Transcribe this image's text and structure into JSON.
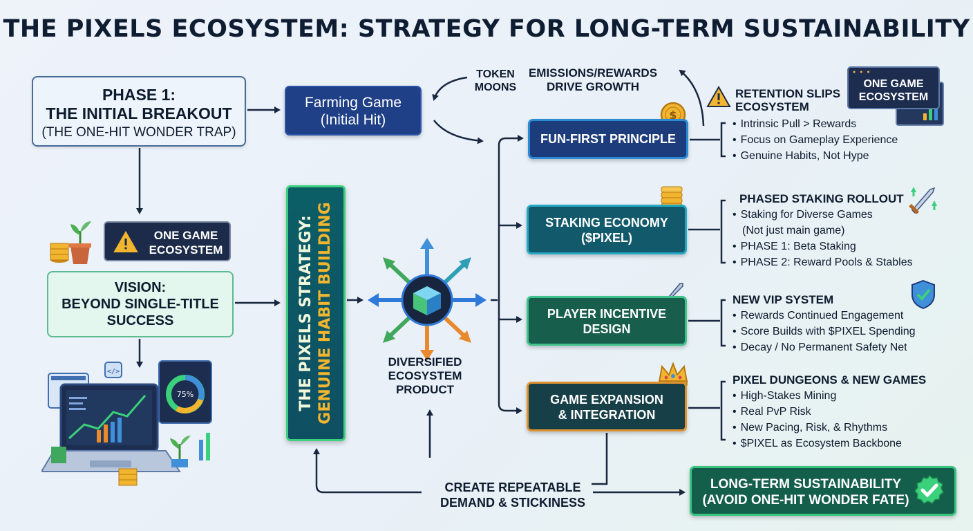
{
  "title": "THE PIXELS ECOSYSTEM: STRATEGY FOR LONG-TERM SUSTAINABILITY",
  "phase1": {
    "line1": "PHASE 1:",
    "line2": "THE INITIAL BREAKOUT",
    "line3": "(THE ONE-HIT WONDER TRAP)"
  },
  "farming": {
    "line1": "Farming Game",
    "line2": "(Initial Hit)"
  },
  "token_moons": {
    "line1": "TOKEN",
    "line2": "MOONS"
  },
  "emissions": {
    "line1": "EMISSIONS/REWARDS",
    "line2": "DRIVE GROWTH"
  },
  "retention": {
    "line1": "RETENTION SLIPS",
    "line2": "ECOSYSTEM"
  },
  "monitor": {
    "line1": "ONE GAME",
    "line2": "ECOSYSTEM"
  },
  "warning_box": {
    "line1": "ONE GAME",
    "line2": "ECOSYSTEM"
  },
  "vision": {
    "line1": "VISION:",
    "line2": "BEYOND SINGLE-TITLE",
    "line3": "SUCCESS"
  },
  "strategy": {
    "line1": "THE PIXELS STRATEGY:",
    "line2": "GENUINE HABIT BUILDING"
  },
  "diversified": {
    "line1": "DIVERSIFIED",
    "line2": "ECOSYSTEM",
    "line3": "PRODUCT"
  },
  "laptop_gauge": "75%",
  "pillars": {
    "fun": "FUN-FIRST PRINCIPLE",
    "staking": {
      "line1": "STAKING ECONOMY",
      "line2": "($PIXEL)"
    },
    "player": {
      "line1": "PLAYER INCENTIVE",
      "line2": "DESIGN"
    },
    "game": {
      "line1": "GAME EXPANSION",
      "line2": "& INTEGRATION"
    }
  },
  "fun_list": [
    "Intrinsic Pull > Rewards",
    "Focus on Gameplay Experience",
    "Genuine Habits, Not Hype"
  ],
  "staking_list": {
    "heading": "PHASED STAKING ROLLOUT",
    "item1_a": "Staking for Diverse Games",
    "item1_b": "(Not just main game)",
    "item2": "PHASE 1: Beta Staking",
    "item3": "PHASE 2: Reward Pools & Stables"
  },
  "vip_list": {
    "heading": "NEW VIP SYSTEM",
    "items": [
      "Rewards Continued Engagement",
      "Score Builds with $PIXEL Spending",
      "Decay / No Permanent Safety Net"
    ]
  },
  "dungeons_list": {
    "heading": "PIXEL DUNGEONS & NEW GAMES",
    "items": [
      "High-Stakes Mining",
      "Real PvP Risk",
      "New Pacing, Risk, & Rhythms",
      "$PIXEL as Ecosystem Backbone"
    ]
  },
  "create": {
    "line1": "CREATE REPEATABLE",
    "line2": "DEMAND & STICKINESS"
  },
  "longterm": {
    "line1": "LONG-TERM SUSTAINABILITY",
    "line2": "(AVOID ONE-HIT WONDER FATE)"
  },
  "colors": {
    "navy": "#1d3c7c",
    "teal": "#11596b",
    "green": "#175e4c",
    "orange": "#e0922f",
    "accent_green": "#3bd07b",
    "gold": "#f2b52f"
  }
}
